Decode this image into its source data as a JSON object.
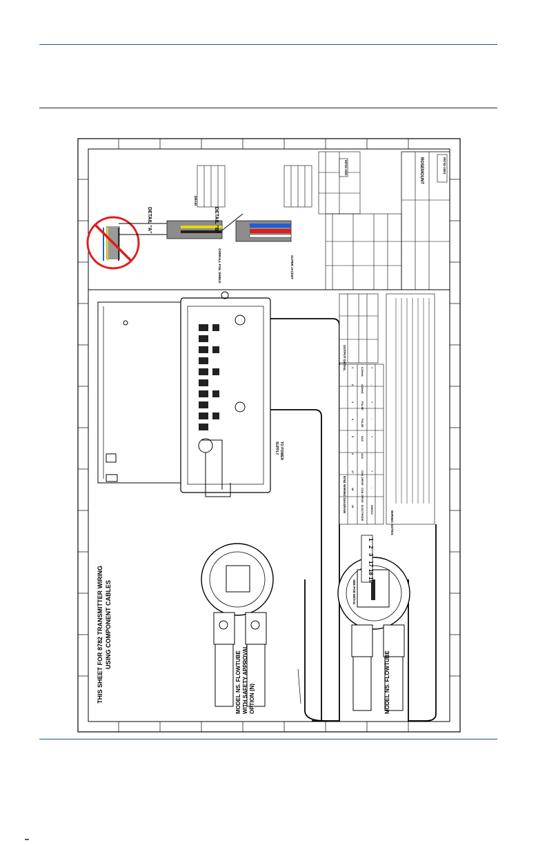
{
  "drawing": {
    "title_line1": "THIS SHEET FOR 8782 TRANSMITTER WIRING",
    "title_line2": "USING COMPONENT CABLES",
    "flowtube_safety_1": "MODEL NS. FLOWTUBE",
    "flowtube_safety_2": "WITH SAFETY APPROVAL",
    "flowtube_safety_3": "OPTION (N)",
    "flowtube_model": "MODEL NS. FLOWTUBE",
    "terminal_numbers": [
      "1",
      "2",
      "3",
      "17",
      "18",
      "19"
    ],
    "power_supply_1": "TO POWER",
    "power_supply_2": "SUPPLY",
    "detail_a_title": "DETAIL \"A\"",
    "detail_b_title": "DETAIL \"B\"",
    "drain_label": "DRAIN",
    "overall_shield_label": "OVERALL FOIL SHIELD",
    "outer_jacket_label": "OUTER JACKET",
    "wiring_diagram_title": "8782 WIRING DIAGRAM",
    "output_detail_title": "OUTPUT DETAIL",
    "wiring_notes_title": "WIRING NOTES",
    "drawing_number": "08732-1504",
    "brand": "ROSEMOUNT",
    "detail_ref": "SEE PCB DETAIL",
    "wiring_table_rows": [
      [
        "1",
        "4-20mA",
        "+"
      ],
      [
        "2",
        "4-20mA",
        "-"
      ],
      [
        "3",
        "PULSE",
        "+"
      ],
      [
        "4",
        "PULSE",
        "-"
      ],
      [
        "5",
        "AUX",
        "+"
      ],
      [
        "6",
        "AUX",
        "-"
      ],
      [
        "17",
        "COIL DRIVE",
        "+"
      ],
      [
        "18",
        "COIL DRIVE",
        "-"
      ],
      [
        "19",
        "ELECTRODE",
        "SHIELD"
      ]
    ]
  }
}
